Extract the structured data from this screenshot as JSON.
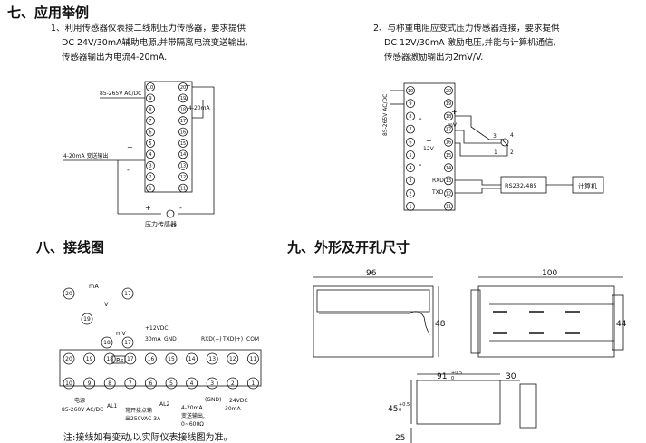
{
  "sec7": {
    "title": "七、应用举例",
    "ex1": [
      "1、利用传感器仪表接二线制压力传感器，要求提供",
      "DC 24V/30mA辅助电源,并带隔离电流变送输出,",
      "传感器输出为电流4-20mA."
    ],
    "ex2": [
      "2、与称重电阻应变式压力传感器连接，要求提供",
      "DC 12V/30mA    激励电压,并能与计算机通信,",
      "传感器激励输出为2mV/V."
    ],
    "d1": {
      "power": "85-265V AC/DC",
      "out420": "4-20mA",
      "tx": "4-20mA 变送输出",
      "sensor": "压力传感器",
      "plus": "+",
      "minus": "-",
      "plus2": "+",
      "minus2": "-",
      "s_plus": "+",
      "s_minus": "-"
    },
    "d2": {
      "power": "85-265V AC/DC",
      "mv": "mV",
      "v12": "12V",
      "rxd": "RXD",
      "txd": "TXD",
      "rs": "RS232/485",
      "pc": "计算机",
      "n1": "1",
      "n2": "2",
      "n3": "3",
      "n4": "4",
      "plus": "+",
      "minus": "-",
      "plus12": "+",
      "minus12": "-"
    }
  },
  "sec8": {
    "title": "八、接线图",
    "ma": "mA",
    "v": "V",
    "mv": "mV",
    "p12": "+12VDC",
    "ma30": "30mA",
    "gnd": "GND",
    "rxd": "RXD(−)",
    "txd": "TXD(+)",
    "com": "COM",
    "rs": "Rs",
    "power": "电源",
    "power2": "85-260V AC/DC",
    "al1": "AL1",
    "al2": "AL2",
    "relay": [
      "常开接点输",
      "出250VAC 3A"
    ],
    "tx": [
      "4-20mA",
      "变送输出,",
      "0~600Ω"
    ],
    "p24": [
      "+24VDC",
      "30mA"
    ],
    "gnd2": "(GND)",
    "note": "注:接线如有变动,以实际仪表接线图为准。",
    "top_terms": [
      "20",
      "19",
      "18",
      "17",
      "16",
      "15",
      "14",
      "13",
      "12",
      "11"
    ],
    "bot_terms": [
      "10",
      "9",
      "8",
      "7",
      "6",
      "5",
      "4",
      "3",
      "2",
      "1"
    ],
    "sm_terms": [
      "20",
      "17",
      "19",
      "18",
      "17"
    ]
  },
  "sec9": {
    "title": "九、外形及开孔尺寸",
    "w96": "96",
    "h48": "48",
    "w100": "100",
    "h44": "44",
    "c91": "91",
    "c91tol": "+0.5",
    "c91tol2": "0",
    "c30": "30",
    "c45": "45",
    "c45tol": "+0.5",
    "c45tol2": "0",
    "c25": "25"
  },
  "terms20": [
    "10",
    "9",
    "8",
    "7",
    "6",
    "5",
    "4",
    "3",
    "2",
    "1",
    "20",
    "19",
    "18",
    "17",
    "16",
    "15",
    "14",
    "13",
    "12",
    "11"
  ]
}
